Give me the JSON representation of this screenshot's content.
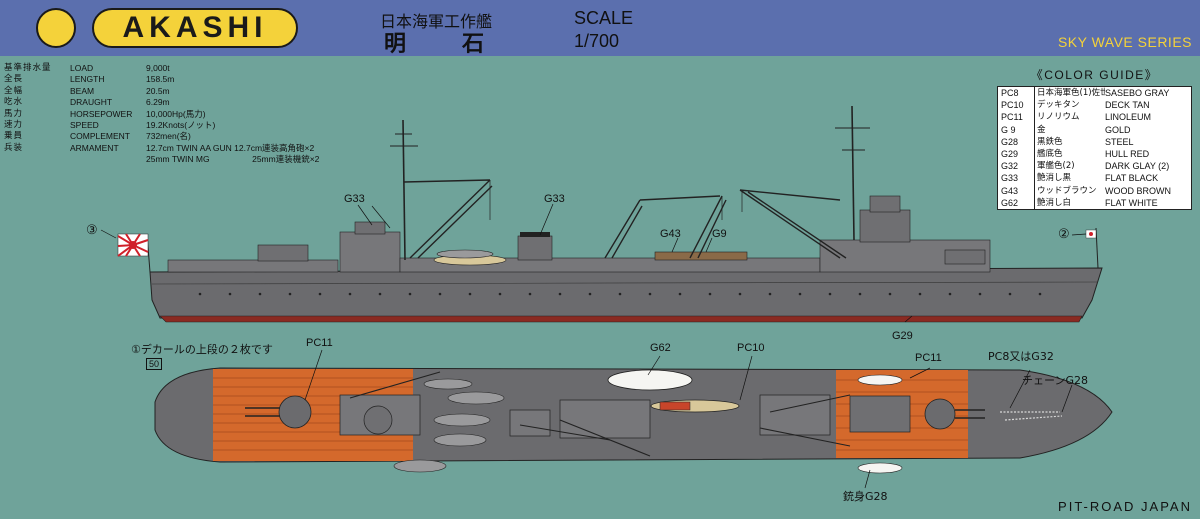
{
  "header": {
    "ship_name": "AKASHI",
    "ship_type_jp": "日本海軍工作艦",
    "ship_name_jp": "明石",
    "scale_label": "SCALE",
    "scale_value": "1/700",
    "series": "SKY WAVE SERIES"
  },
  "specs": [
    {
      "jp": "基準排水量",
      "en": "LOAD",
      "value": "9,000t"
    },
    {
      "jp": "全長",
      "en": "LENGTH",
      "value": "158.5m"
    },
    {
      "jp": "全幅",
      "en": "BEAM",
      "value": "20.5m"
    },
    {
      "jp": "吃水",
      "en": "DRAUGHT",
      "value": "6.29m"
    },
    {
      "jp": "馬力",
      "en": "HORSEPOWER",
      "value": "10,000Hp(馬力)"
    },
    {
      "jp": "速力",
      "en": "SPEED",
      "value": "19.2Knots(ノット)"
    },
    {
      "jp": "乗員",
      "en": "COMPLEMENT",
      "value": "732men(名)"
    },
    {
      "jp": "兵装",
      "en": "ARMAMENT",
      "value": "12.7cm TWIN AA GUN 12.7cm連装高角砲×2"
    },
    {
      "jp": "",
      "en": "",
      "value": "25mm TWIN MG　　　　　25mm連装機銃×2"
    }
  ],
  "color_guide": {
    "title": "《COLOR GUIDE》",
    "rows": [
      {
        "code": "PC8",
        "jp": "日本海軍色(1)佐世保",
        "en": "SASEBO GRAY"
      },
      {
        "code": "PC10",
        "jp": "デッキタン",
        "en": "DECK TAN"
      },
      {
        "code": "PC11",
        "jp": "リノリウム",
        "en": "LINOLEUM"
      },
      {
        "code": "G 9",
        "jp": "金",
        "en": "GOLD"
      },
      {
        "code": "G28",
        "jp": "黒鉄色",
        "en": "STEEL"
      },
      {
        "code": "G29",
        "jp": "艦底色",
        "en": "HULL RED"
      },
      {
        "code": "G32",
        "jp": "軍艦色(2)",
        "en": "DARK GLAY (2)"
      },
      {
        "code": "G33",
        "jp": "艶消し黒",
        "en": "FLAT BLACK"
      },
      {
        "code": "G43",
        "jp": "ウッドブラウン",
        "en": "WOOD BROWN"
      },
      {
        "code": "G62",
        "jp": "艶消し白",
        "en": "FLAT WHITE"
      }
    ]
  },
  "callouts": {
    "g33_a": "G33",
    "g33_b": "G33",
    "g43": "G43",
    "g9": "G9",
    "g29": "G29",
    "marker_3": "③",
    "marker_2": "②",
    "decal_marker": "①",
    "decal_note": "デカールの上段の２枚です",
    "decal_tag": "50",
    "pc11_a": "PC11",
    "g62": "G62",
    "pc10": "PC10",
    "pc11_b": "PC11",
    "pc8_g32": "PC8又はG32",
    "chain_g28": "チェーンG28",
    "barrel_g28": "銃身G28"
  },
  "colors": {
    "background": "#6fa39a",
    "header_band": "#5b6fae",
    "accent_yellow": "#f4d23a",
    "hull_gray": "#6b6b6e",
    "hull_red": "#8a2a22",
    "linoleum": "#d4692c",
    "deck_tan": "#d8c89a"
  },
  "footer": {
    "logo": "PIT-ROAD JAPAN"
  }
}
